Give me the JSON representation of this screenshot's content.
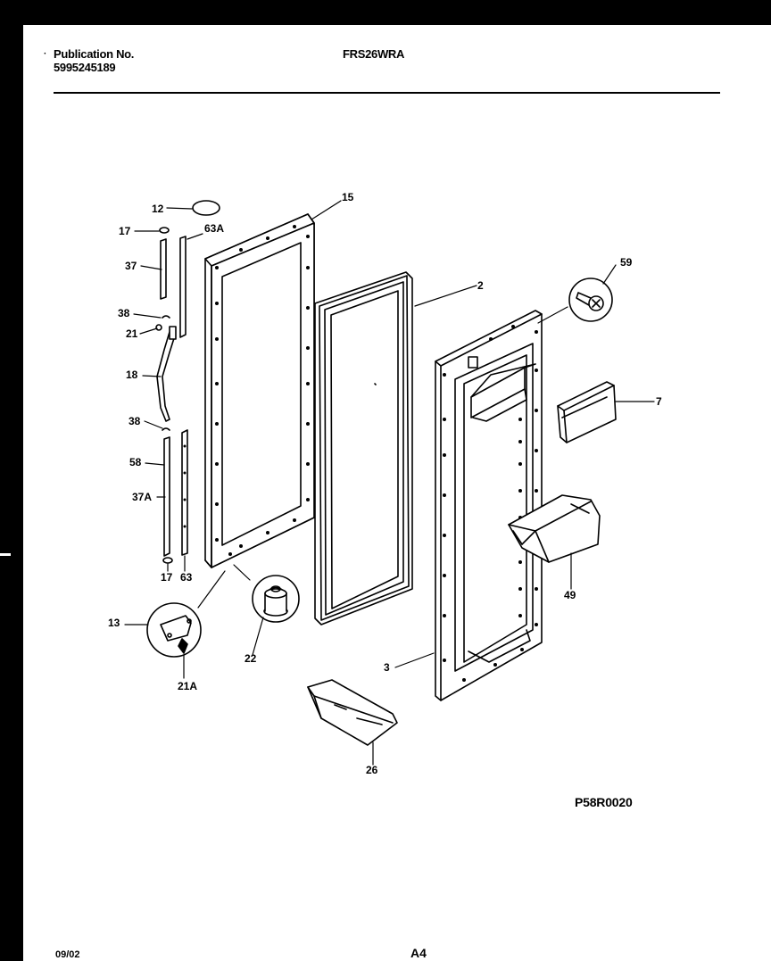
{
  "header": {
    "publication_label": "Publication No.",
    "publication_number": "5995245189",
    "model": "FRS26WRA"
  },
  "drawing_code": "P58R0020",
  "footer": {
    "date": "09/02",
    "page": "A4"
  },
  "callouts": {
    "c12": "12",
    "c17a": "17",
    "c63a": "63A",
    "c15": "15",
    "c37": "37",
    "c38a": "38",
    "c21": "21",
    "c18": "18",
    "c38b": "38",
    "c58": "58",
    "c37a": "37A",
    "c17b": "17",
    "c63": "63",
    "c13": "13",
    "c21a": "21A",
    "c22": "22",
    "c2": "2",
    "c59": "59",
    "c7": "7",
    "c49": "49",
    "c3": "3",
    "c26": "26"
  }
}
